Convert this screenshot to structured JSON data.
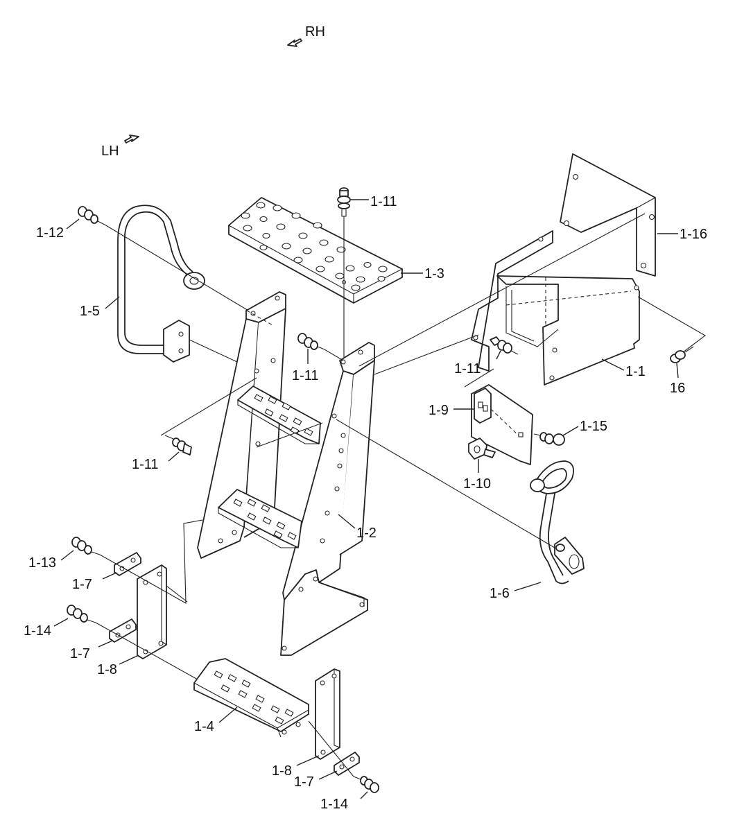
{
  "directions": {
    "rh": "RH",
    "lh": "LH"
  },
  "labels": {
    "l_1_1": "1-1",
    "l_1_2": "1-2",
    "l_1_3": "1-3",
    "l_1_4": "1-4",
    "l_1_5": "1-5",
    "l_1_6": "1-6",
    "l_1_7a": "1-7",
    "l_1_7b": "1-7",
    "l_1_7c": "1-7",
    "l_1_8a": "1-8",
    "l_1_8b": "1-8",
    "l_1_9": "1-9",
    "l_1_10": "1-10",
    "l_1_11a": "1-11",
    "l_1_11b": "1-11",
    "l_1_11c": "1-11",
    "l_1_11d": "1-11",
    "l_1_12": "1-12",
    "l_1_13": "1-13",
    "l_1_14a": "1-14",
    "l_1_14b": "1-14",
    "l_1_15": "1-15",
    "l_1_16": "1-16",
    "l_16": "16"
  }
}
